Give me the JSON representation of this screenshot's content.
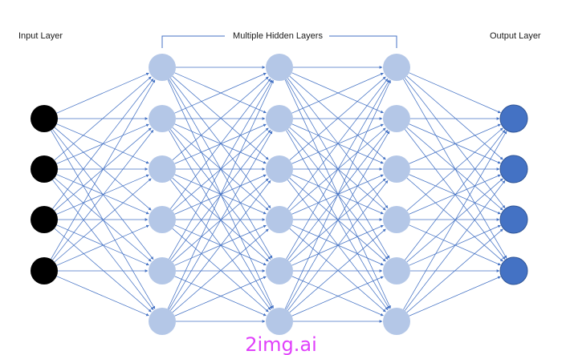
{
  "labels": {
    "input_layer": "Input Layer",
    "hidden_layers": "Multiple Hidden Layers",
    "output_layer": "Output Layer"
  },
  "watermark": "2img.ai",
  "colors": {
    "input_node": "#000000",
    "hidden_node": "#b4c7e7",
    "output_node": "#4472c4",
    "edge": "#4472c4",
    "bracket": "#4472c4",
    "watermark": "#e040fb"
  },
  "network": {
    "layers": [
      {
        "name": "input",
        "nodes": 4
      },
      {
        "name": "hidden-1",
        "nodes": 6
      },
      {
        "name": "hidden-2",
        "nodes": 6
      },
      {
        "name": "hidden-3",
        "nodes": 6
      },
      {
        "name": "output",
        "nodes": 4
      }
    ],
    "connectivity": "fully-connected",
    "edge_style": "arrow"
  }
}
